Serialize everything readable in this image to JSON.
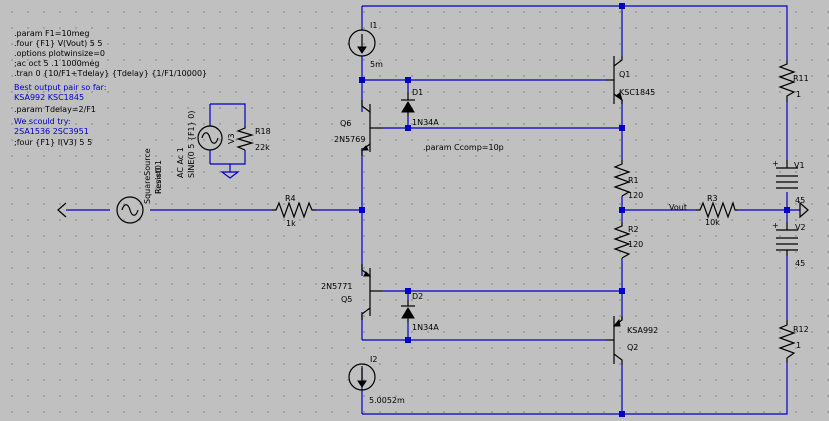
{
  "directives": [
    ".param F1=10meg",
    ".four {F1} V(Vout) 5 5",
    ".options plotwinsize=0",
    ";ac oct 5 .1 1000meg",
    ".tran 0 {10/F1+Tdelay} {Tdelay} {1/F1/10000}"
  ],
  "comments": {
    "best_output": "Best output pair so far:",
    "best_pair": "KSA992 KSC1845",
    "tdelay_param": ".param Tdelay=2/F1",
    "should_try": "We scould try:",
    "try_pair": "2SA1536 2SC3951",
    "four_v3": ";four {F1} I(V3) 5 5",
    "ccomp_param": ".param Ccomp=10p"
  },
  "components": {
    "I1": {
      "name": "I1",
      "value": "5m"
    },
    "I2": {
      "name": "I2",
      "value": "5.0052m"
    },
    "Q1": {
      "name": "Q1",
      "value": "KSC1845"
    },
    "Q2": {
      "name": "Q2",
      "value": "KSA992"
    },
    "Q5": {
      "name": "Q5",
      "value": "2N5771"
    },
    "Q6": {
      "name": "Q6",
      "value": "2N5769"
    },
    "D1": {
      "name": "D1",
      "value": "1N34A"
    },
    "D2": {
      "name": "D2",
      "value": "1N34A"
    },
    "R1": {
      "name": "R1",
      "value": "120"
    },
    "R2": {
      "name": "R2",
      "value": "120"
    },
    "R3": {
      "name": "R3",
      "value": "10k"
    },
    "R4": {
      "name": "R4",
      "value": "1k"
    },
    "R11": {
      "name": "R11",
      "value": "1"
    },
    "R12": {
      "name": "R12",
      "value": "1"
    },
    "R18": {
      "name": "R18",
      "value": "22k"
    },
    "V1": {
      "name": "V1",
      "value": "45"
    },
    "V2": {
      "name": "V2",
      "value": "45"
    },
    "V3": {
      "name": "V3",
      "value1": "AC Ac 1",
      "value2": "SINE(0 5 {F1} 0)"
    },
    "source": {
      "line1": "SquareSource",
      "line2": "Resist01",
      "line3": "Rev=0"
    }
  },
  "nets": {
    "vout": "Vout"
  },
  "colors": {
    "wire": "#0000c8",
    "component": "#000000",
    "background": "#c0c0c0",
    "grid_dot": "#7a7a7a"
  }
}
